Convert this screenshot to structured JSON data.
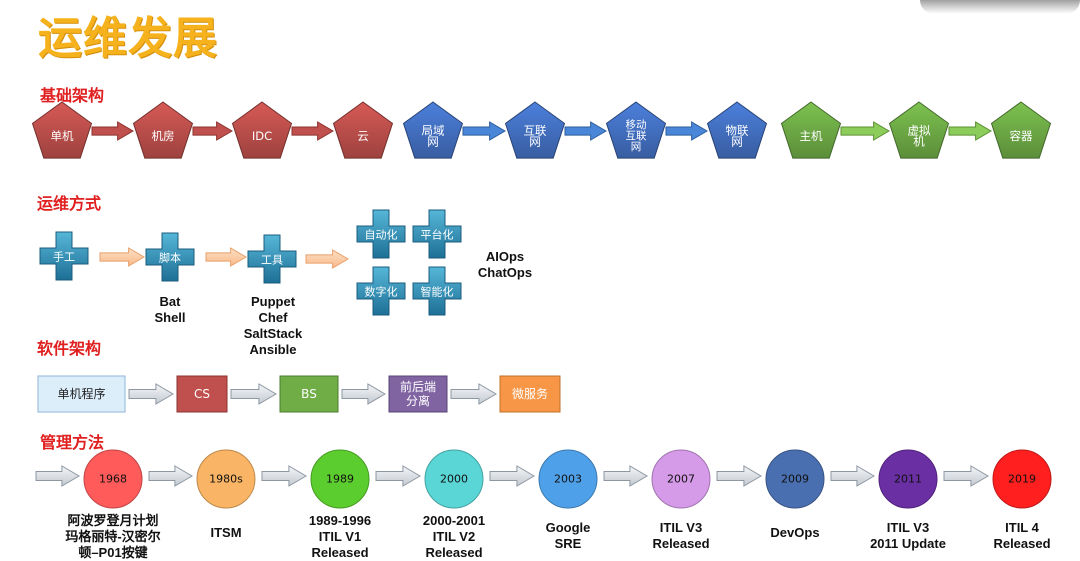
{
  "title": "运维发展",
  "sections": {
    "infra": "基础架构",
    "ops": "运维方式",
    "software": "软件架构",
    "mgmt": "管理方法"
  },
  "infra_groups": [
    {
      "color": "#c0504d",
      "items": [
        [
          "单机"
        ],
        [
          "机房"
        ],
        [
          "IDC"
        ],
        [
          "云"
        ]
      ]
    },
    {
      "color": "#4472c4",
      "items": [
        [
          "局域",
          "网"
        ],
        [
          "互联",
          "网"
        ],
        [
          "移动",
          "互联",
          "网"
        ],
        [
          "物联",
          "网"
        ]
      ]
    },
    {
      "color": "#70ad47",
      "items": [
        [
          "主机"
        ],
        [
          "虚拟",
          "机"
        ],
        [
          "容器"
        ]
      ]
    }
  ],
  "ops_items": [
    "手工",
    "脚本",
    "工具"
  ],
  "ops_grid": [
    "自动化",
    "平台化",
    "数字化",
    "智能化"
  ],
  "ops_captions": [
    {
      "lines": [
        "Bat",
        "Shell"
      ]
    },
    {
      "lines": [
        "Puppet",
        "Chef",
        "SaltStack",
        "Ansible"
      ]
    },
    {
      "lines": [
        "AIOps",
        "ChatOps"
      ]
    }
  ],
  "software_items": [
    {
      "lines": [
        "单机程序"
      ],
      "fill": "#dceefa",
      "stroke": "#8fb4d9",
      "text": "#222"
    },
    {
      "lines": [
        "CS"
      ],
      "fill": "#c0504d",
      "stroke": "#8c3330",
      "text": "#fff"
    },
    {
      "lines": [
        "BS"
      ],
      "fill": "#70ad47",
      "stroke": "#4d7d2f",
      "text": "#fff"
    },
    {
      "lines": [
        "前后端",
        "分离"
      ],
      "fill": "#8064a2",
      "stroke": "#5a4575",
      "text": "#fff"
    },
    {
      "lines": [
        "微服务"
      ],
      "fill": "#f79646",
      "stroke": "#c0702b",
      "text": "#fff"
    }
  ],
  "mgmt_items": [
    {
      "year": "1968",
      "color": "#ff5b5b",
      "lines": [
        "阿波罗登月计划",
        "玛格丽特-汉密尔",
        "顿–P01按键"
      ]
    },
    {
      "year": "1980s",
      "color": "#f9b565",
      "lines": [
        "ITSM"
      ]
    },
    {
      "year": "1989",
      "color": "#5ccd2e",
      "lines": [
        "1989-1996",
        "ITIL V1",
        "Released"
      ]
    },
    {
      "year": "2000",
      "color": "#5ad6d6",
      "lines": [
        "2000-2001",
        "ITIL V2",
        "Released"
      ]
    },
    {
      "year": "2003",
      "color": "#4ea1e8",
      "lines": [
        "Google",
        "SRE"
      ]
    },
    {
      "year": "2007",
      "color": "#d59be8",
      "lines": [
        "ITIL V3",
        "Released"
      ]
    },
    {
      "year": "2009",
      "color": "#4a6fb0",
      "lines": [
        "DevOps"
      ]
    },
    {
      "year": "2011",
      "color": "#6a2fa3",
      "lines": [
        "ITIL V3",
        "2011 Update"
      ]
    },
    {
      "year": "2019",
      "color": "#ff1f1f",
      "lines": [
        "ITIL 4",
        "Released"
      ]
    }
  ]
}
